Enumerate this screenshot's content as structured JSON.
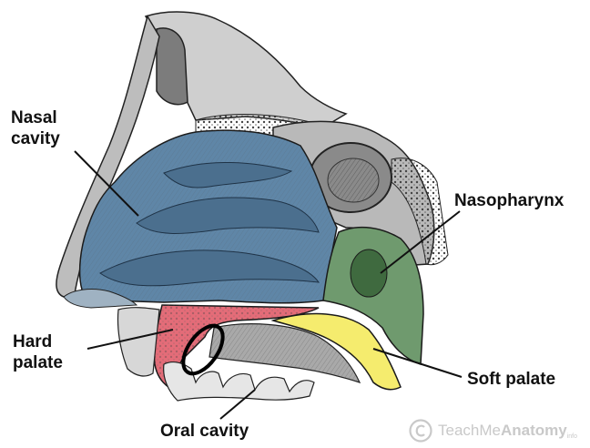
{
  "labels": {
    "nasal_line1": "Nasal",
    "nasal_line2": "cavity",
    "nasopharynx": "Nasopharynx",
    "hard_line1": "Hard",
    "hard_line2": "palate",
    "soft_palate": "Soft palate",
    "oral_cavity": "Oral cavity"
  },
  "watermark": {
    "prefix": "TeachMe",
    "brand": "Anatomy",
    "suffix": "info"
  },
  "colors": {
    "nasal_cavity": "#5f86a7",
    "nasopharynx": "#6f9a6e",
    "hard_palate": "#e46c78",
    "soft_palate": "#f5ec6e",
    "bone_gray": "#9a9a9a",
    "outline": "#1a1a1a"
  }
}
